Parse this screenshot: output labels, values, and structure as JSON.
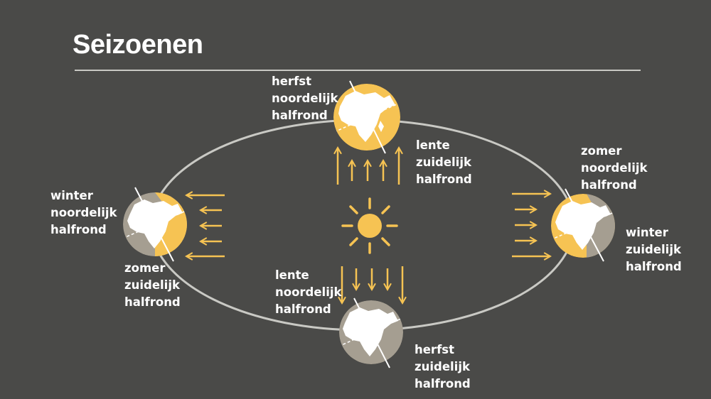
{
  "title": "Seizoenen",
  "colors": {
    "background": "#4a4a48",
    "sun": "#f6c353",
    "orbit": "#c9c9c4",
    "land": "#ffffff",
    "night": "#a59e91",
    "text": "#ffffff"
  },
  "labels": {
    "top_north": [
      "herfst",
      "noordelijk",
      "halfrond"
    ],
    "top_south": [
      "lente",
      "zuidelijk",
      "halfrond"
    ],
    "right_north": [
      "zomer",
      "noordelijk",
      "halfrond"
    ],
    "right_south": [
      "winter",
      "zuidelijk",
      "halfrond"
    ],
    "left_north": [
      "winter",
      "noordelijk",
      "halfrond"
    ],
    "left_south": [
      "zomer",
      "zuidelijk",
      "halfrond"
    ],
    "bottom_north": [
      "lente",
      "noordelijk",
      "halfrond"
    ],
    "bottom_south": [
      "herfst",
      "zuidelijk",
      "halfrond"
    ]
  }
}
